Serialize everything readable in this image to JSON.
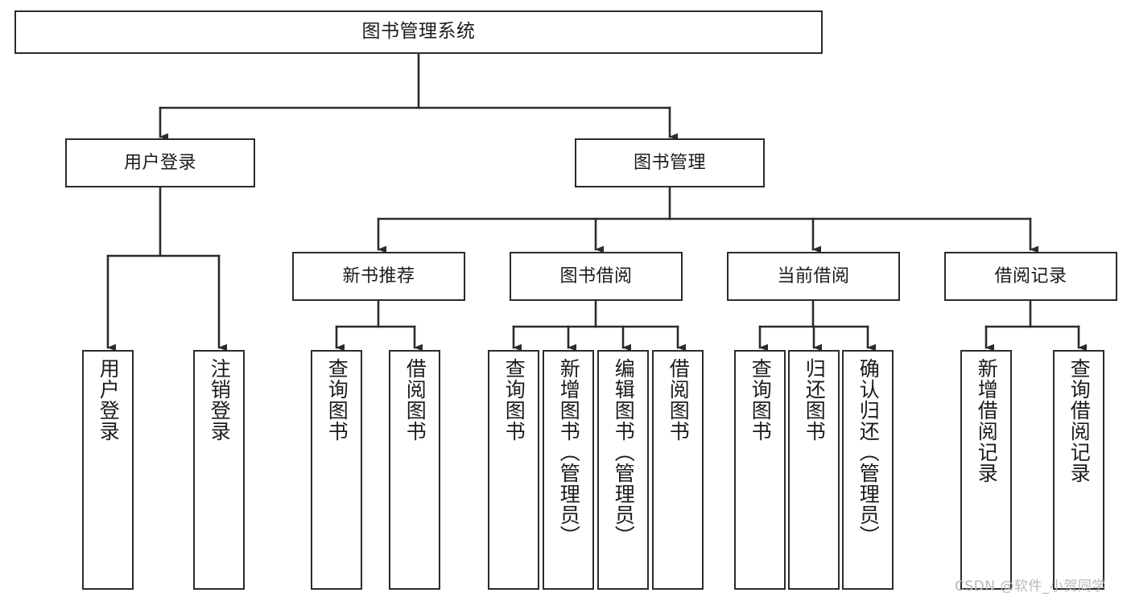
{
  "diagram": {
    "title": "图书管理系统",
    "type": "tree-hierarchy",
    "watermark": "CSDN @软件_小贺同学",
    "colors": {
      "background": "#ffffff",
      "node_border": "#2b2b2b",
      "node_fill": "#ffffff",
      "edge": "#2b2b2b",
      "text": "#1b1b1b",
      "watermark": "#b9b9b9"
    },
    "nodes": {
      "root": {
        "label": "图书管理系统"
      },
      "level2": [
        {
          "id": "user-login",
          "label": "用户登录"
        },
        {
          "id": "book-manage",
          "label": "图书管理"
        }
      ],
      "level3": [
        {
          "id": "new-book-rec",
          "label": "新书推荐"
        },
        {
          "id": "book-borrow",
          "label": "图书借阅"
        },
        {
          "id": "current-borrow",
          "label": "当前借阅"
        },
        {
          "id": "borrow-record",
          "label": "借阅记录"
        }
      ],
      "leaves": {
        "user-login": [
          {
            "id": "leaf-user-login",
            "label": "用户登录"
          },
          {
            "id": "leaf-logout-login",
            "label": "注销登录"
          }
        ],
        "new-book-rec": [
          {
            "id": "leaf-query-book-1",
            "label": "查询图书"
          },
          {
            "id": "leaf-borrow-book-1",
            "label": "借阅图书"
          }
        ],
        "book-borrow": [
          {
            "id": "leaf-query-book-2",
            "label": "查询图书"
          },
          {
            "id": "leaf-add-book-admin",
            "label": "新增图书（管理员）"
          },
          {
            "id": "leaf-edit-book-admin",
            "label": "编辑图书（管理员）"
          },
          {
            "id": "leaf-borrow-book-2",
            "label": "借阅图书"
          }
        ],
        "current-borrow": [
          {
            "id": "leaf-query-book-3",
            "label": "查询图书"
          },
          {
            "id": "leaf-return-book",
            "label": "归还图书"
          },
          {
            "id": "leaf-confirm-return-admin",
            "label": "确认归还（管理员）"
          }
        ],
        "borrow-record": [
          {
            "id": "leaf-add-borrow-record",
            "label": "新增借阅记录"
          },
          {
            "id": "leaf-query-borrow-record",
            "label": "查询借阅记录"
          }
        ]
      }
    }
  }
}
